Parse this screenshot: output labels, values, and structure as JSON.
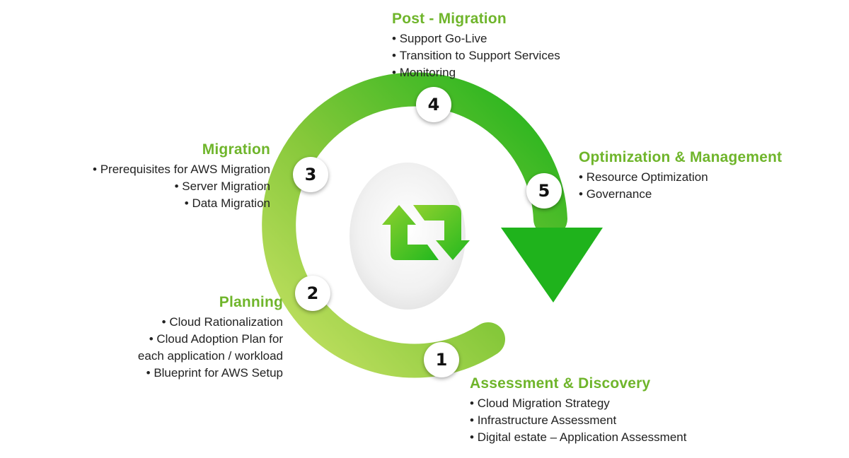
{
  "stages": [
    {
      "number": "1",
      "title": "Assessment & Discovery",
      "items": [
        "Cloud Migration Strategy",
        "Infrastructure Assessment",
        "Digital estate – Application Assessment"
      ]
    },
    {
      "number": "2",
      "title": "Planning",
      "items": [
        "Cloud Rationalization",
        "Cloud Adoption Plan for",
        "each application / workload",
        "Blueprint for AWS Setup"
      ]
    },
    {
      "number": "3",
      "title": "Migration",
      "items": [
        "Prerequisites for AWS Migration",
        "Server Migration",
        "Data Migration"
      ]
    },
    {
      "number": "4",
      "title": "Post - Migration",
      "items": [
        "Support Go-Live",
        "Transition to Support Services",
        "Monitoring"
      ]
    },
    {
      "number": "5",
      "title": "Optimization & Management",
      "items": [
        "Resource Optimization",
        "Governance"
      ]
    }
  ],
  "colors": {
    "accent": "#6fb52b",
    "ring_light": "#b9dc5a",
    "ring_dark": "#1db31a",
    "text": "#222222"
  },
  "icons": {
    "center": "refresh-cycle-icon",
    "arrow": "arrow-down-icon"
  }
}
